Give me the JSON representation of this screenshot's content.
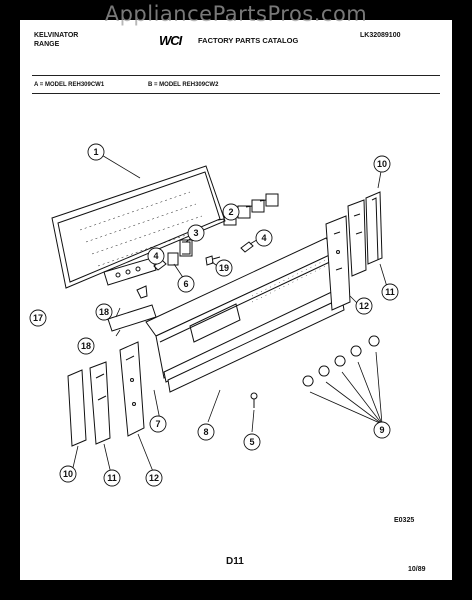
{
  "watermark": "AppliancePartsPros.com",
  "header": {
    "brand": "KELVINATOR",
    "category": "RANGE",
    "logo": "WCI",
    "catalog_title": "FACTORY PARTS CATALOG",
    "catalog_number": "LK32089100",
    "model_a": "A = MODEL REH309CW1",
    "model_b": "B = MODEL REH309CW2"
  },
  "diagram": {
    "callouts": [
      "1",
      "2",
      "3",
      "4",
      "4",
      "5",
      "6",
      "7",
      "8",
      "9",
      "10",
      "10",
      "11",
      "11",
      "12",
      "12",
      "17",
      "18",
      "18",
      "19"
    ],
    "figure_code": "E0325"
  },
  "footer": {
    "page": "D11",
    "date": "10/89"
  }
}
